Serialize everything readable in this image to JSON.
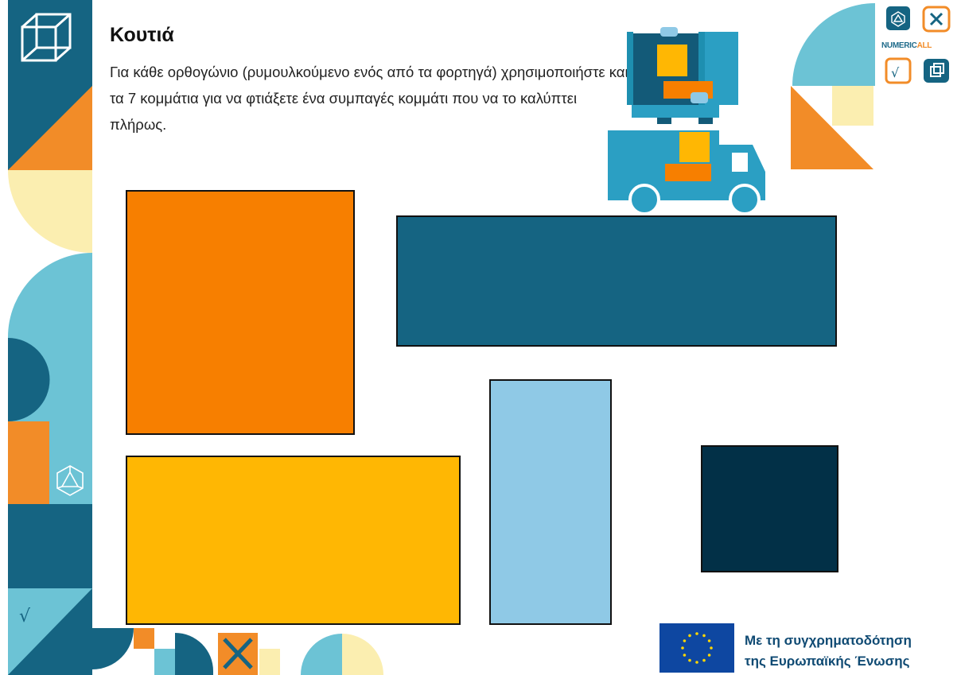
{
  "header": {
    "title": "Κουτιά",
    "instruction": "Για κάθε ορθογώνιο (ρυμουλκούμενο ενός από τα φορτηγά) χρησιμοποιήστε και τα 7 κομμάτια για να φτιάξετε ένα συμπαγές κομμάτι που να το καλύπτει πλήρως."
  },
  "pieces": [
    {
      "name": "orange-square",
      "color": "#f77f00"
    },
    {
      "name": "teal-wide-rectangle",
      "color": "#156482"
    },
    {
      "name": "yellow-rectangle",
      "color": "#ffb703"
    },
    {
      "name": "light-blue-rectangle",
      "color": "#8fc9e6"
    },
    {
      "name": "dark-navy-square",
      "color": "#023047"
    }
  ],
  "logo": {
    "text_main": "NUMERIC",
    "text_accent": "ALL"
  },
  "footer": {
    "funding_line1": "Με τη συγχρηματοδότηση",
    "funding_line2": "της Ευρωπαϊκής Ένωσης"
  },
  "palette": {
    "teal": "#156482",
    "light_teal": "#6cc3d5",
    "orange": "#f28c28",
    "cream": "#fbeeb0",
    "eu_blue": "#0e47a1"
  }
}
